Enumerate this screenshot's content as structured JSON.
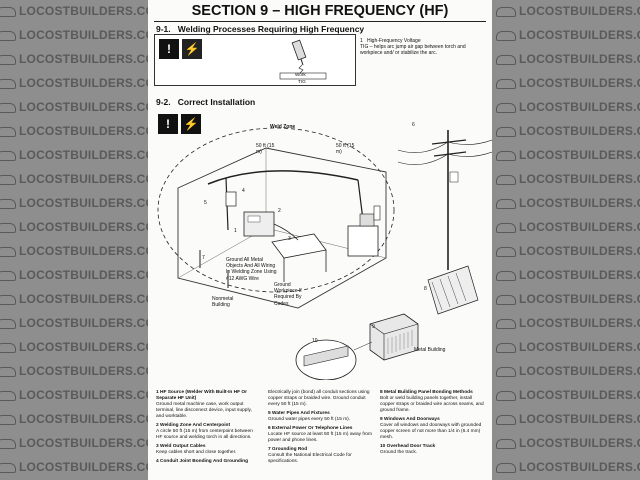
{
  "watermark": {
    "text": "LOCOSTBUILDERS.CO.UK"
  },
  "header": {
    "section_title": "SECTION 9 – HIGH FREQUENCY (HF)"
  },
  "s1": {
    "number": "9-1.",
    "title": "Welding Processes Requiring High Frequency",
    "callout_num": "1",
    "callout_title": "High-Frequency Voltage",
    "callout_text": "TIG – helps arc jump air gap between torch and workpiece and/ or stabilize the arc.",
    "work_label": "Work",
    "process_label": "TIG"
  },
  "s2": {
    "number": "9-2.",
    "title": "Correct Installation",
    "labels": {
      "weld_zone": "Weld Zone",
      "dist_a": "50 ft (15 m)",
      "dist_b": "50 ft (15 m)",
      "ground_all": "Ground All Metal Objects And All Wiring In Welding Zone Using #12 AWG Wire",
      "nonmetal": "Nonmetal Building",
      "ground_wp": "Ground Workpiece If Required By Codes",
      "metal_building": "Metal Building",
      "n1": "1",
      "n2": "2",
      "n3": "3",
      "n4": "4",
      "n5": "5",
      "n6": "6",
      "n7": "7",
      "n8": "8",
      "n9": "9",
      "n10": "10"
    }
  },
  "legend": {
    "col1": [
      {
        "head": "1  HF Source (Welder With Built-In HF Or Separate HF Unit)",
        "body": "Ground metal machine case, work output terminal, line disconnect device, input supply, and worktable."
      },
      {
        "head": "2  Welding Zone And Centerpoint",
        "body": "A circle 50 ft (15 m) from centerpoint between HF source and welding torch in all directions."
      },
      {
        "head": "3  Weld Output Cables",
        "body": "Keep cables short and close together."
      },
      {
        "head": "4  Conduit Joint Bonding And Grounding",
        "body": ""
      }
    ],
    "col2": [
      {
        "head": "",
        "body": "Electrically join (bond) all conduit sections using copper straps or braided wire. Ground conduit every 50 ft (15 m)."
      },
      {
        "head": "5  Water Pipes And Fixtures",
        "body": "Ground water pipes every 50 ft (15 m)."
      },
      {
        "head": "6  External Power Or Telephone Lines",
        "body": "Locate HF source at least 50 ft (15 m) away from power and phone lines."
      },
      {
        "head": "7  Grounding Rod",
        "body": "Consult the National Electrical Code for specifications."
      }
    ],
    "col3": [
      {
        "head": "8  Metal Building Panel Bonding Methods",
        "body": "Bolt or weld building panels together, install copper straps or braided wire across seams, and ground frame."
      },
      {
        "head": "9  Windows And Doorways",
        "body": "Cover all windows and doorways with grounded copper screen of not more than 1/4 in (6.4 mm) mesh."
      },
      {
        "head": "10  Overhead Door Track",
        "body": "Ground the track."
      }
    ]
  }
}
